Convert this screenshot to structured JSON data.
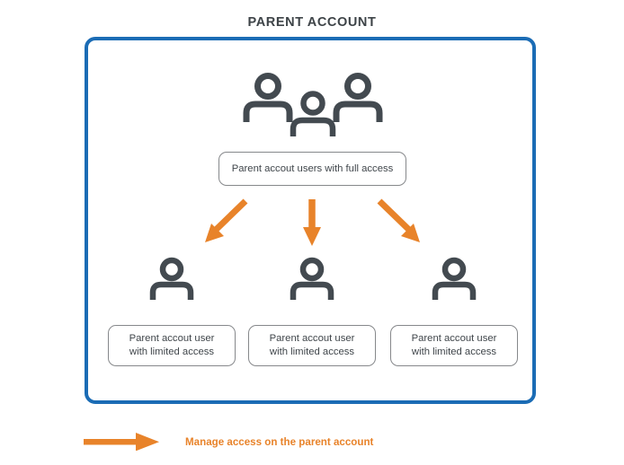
{
  "diagram": {
    "title": "PARENT ACCOUNT",
    "frame_color": "#1b6cb5",
    "accent_color": "#e8832a",
    "text_color": "#3f454a",
    "icon_color": "#434a50",
    "background": "#ffffff"
  },
  "top_group": {
    "icon_name": "three-people-icon",
    "people_count": 3,
    "label_box": {
      "text": "Parent accout users with full access"
    }
  },
  "arrows": [
    {
      "name": "arrow-down-left",
      "direction": "down-left",
      "color": "#e8832a"
    },
    {
      "name": "arrow-down",
      "direction": "down",
      "color": "#e8832a"
    },
    {
      "name": "arrow-down-right",
      "direction": "down-right",
      "color": "#e8832a"
    }
  ],
  "children": [
    {
      "icon_name": "person-icon",
      "line1": "Parent accout user",
      "line2": "with limited access"
    },
    {
      "icon_name": "person-icon",
      "line1": "Parent accout user",
      "line2": "with limited access"
    },
    {
      "icon_name": "person-icon",
      "line1": "Parent accout user",
      "line2": "with limited access"
    }
  ],
  "legend": {
    "arrow_icon": "right-arrow-icon",
    "label": "Manage access on the parent account",
    "color": "#e8832a"
  }
}
